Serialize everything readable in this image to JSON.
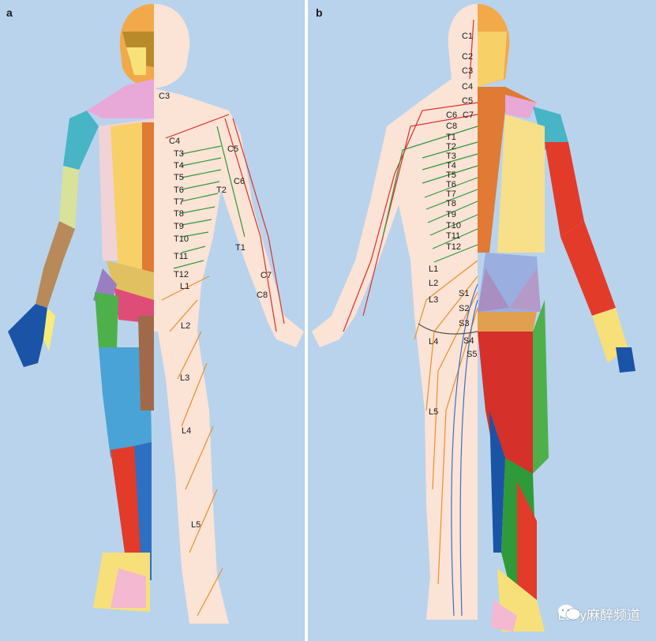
{
  "panels": [
    {
      "label": "a",
      "labels": [
        "C3",
        "C4",
        "C5",
        "C6",
        "T2",
        "T3",
        "T4",
        "T5",
        "T6",
        "T7",
        "T8",
        "T9",
        "T10",
        "T11",
        "T12",
        "T1",
        "C7",
        "C8",
        "L1",
        "L2",
        "L3",
        "L4",
        "L5"
      ]
    },
    {
      "label": "b",
      "labels": [
        "C1",
        "C2",
        "C3",
        "C4",
        "C5",
        "C6",
        "C7",
        "C8",
        "T1",
        "T2",
        "T3",
        "T4",
        "T5",
        "T6",
        "T7",
        "T8",
        "T9",
        "T10",
        "T11",
        "T12",
        "L1",
        "L2",
        "L3",
        "L4",
        "L5",
        "S1",
        "S2",
        "S3",
        "S4",
        "S5"
      ]
    }
  ],
  "watermark": {
    "text": "Luffy麻醉频道",
    "icon": "chat-bubble-icon"
  },
  "colors": {
    "background": "#b9d3ec",
    "skin": "#fbe3d6",
    "dermatome_red": "#d9312b",
    "dermatome_green": "#2e9a3a",
    "dermatome_orange": "#e8902a",
    "dermatome_blue": "#3d6fc2"
  }
}
